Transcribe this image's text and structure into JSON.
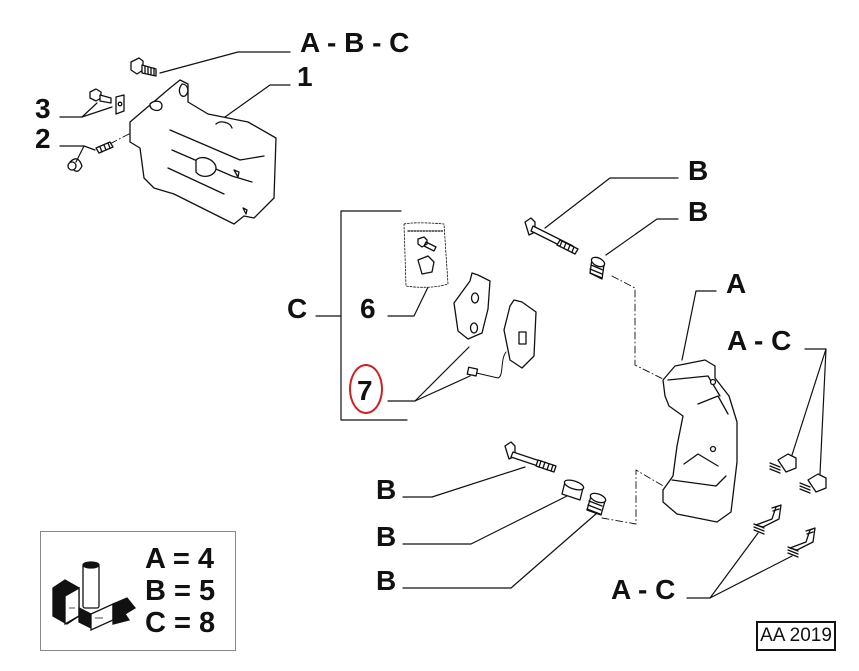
{
  "diagram": {
    "callouts": {
      "abc_top": "A - B - C",
      "part_1": "1",
      "part_3": "3",
      "part_2": "2",
      "b_pin_top": "B",
      "b_bush_top": "B",
      "a_bracket": "A",
      "ac_clips_top": "A - C",
      "c_group": "C",
      "part_6": "6",
      "part_7": "7",
      "b_pin_bottom": "B",
      "b_sleeve_bottom": "B",
      "b_bush_bottom": "B",
      "ac_clips_bottom": "A - C"
    },
    "highlighted_part": "7",
    "highlight_color": "#cc2222",
    "legend": {
      "icon": "parts-kit-boxes-icon",
      "entries": [
        "A = 4",
        "B = 5",
        "C = 8"
      ]
    },
    "drawing_code": "AA 2019"
  }
}
